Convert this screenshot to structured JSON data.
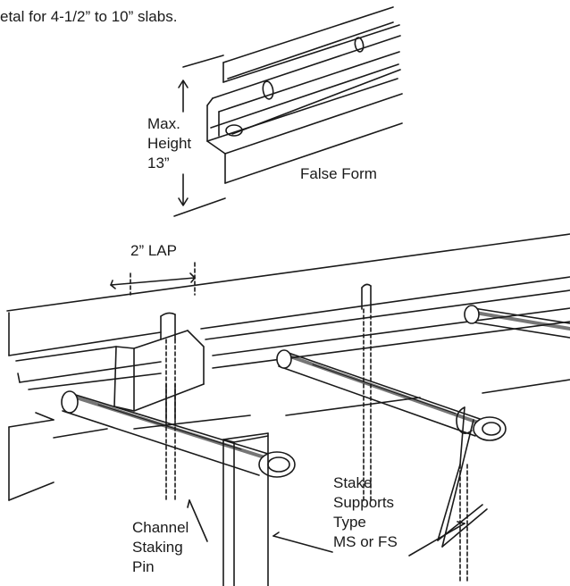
{
  "caption": "etal for 4-1/2” to 10” slabs.",
  "labels": {
    "max_height": [
      "Max.",
      "Height",
      "13”"
    ],
    "false_form": "False Form",
    "lap": "2” LAP",
    "stake_supports": [
      "Stake",
      "Supports",
      "Type",
      "MS or FS"
    ],
    "channel_staking_pin": [
      "Channel",
      "Staking",
      "Pin"
    ]
  }
}
